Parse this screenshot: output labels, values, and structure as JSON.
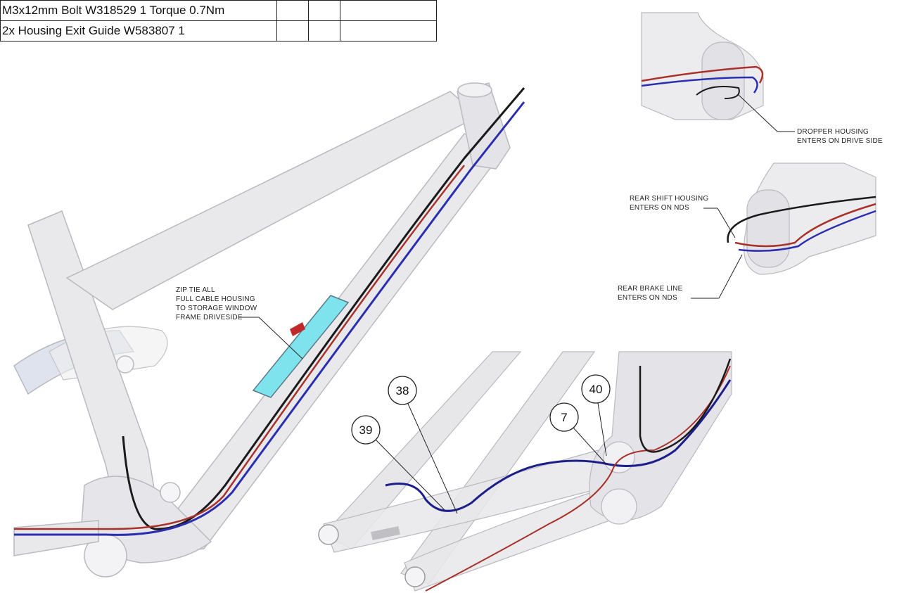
{
  "parts_table": {
    "rows": [
      {
        "description": "M3x12mm Bolt W318529 1 Torque 0.7Nm"
      },
      {
        "description": "2x Housing Exit Guide W583807 1"
      }
    ]
  },
  "callouts": {
    "zip_tie": [
      "ZIP TIE ALL",
      "FULL CABLE HOUSING",
      "TO STORAGE WINDOW",
      "FRAME DRIVESIDE"
    ],
    "dropper": [
      "DROPPER HOUSING",
      "ENTERS ON DRIVE SIDE"
    ],
    "rear_shift": [
      "REAR SHIFT HOUSING",
      "ENTERS ON NDS"
    ],
    "rear_brake": [
      "REAR BRAKE LINE",
      "ENTERS ON NDS"
    ]
  },
  "balloons": {
    "b38": "38",
    "b39": "39",
    "b40": "40",
    "b7": "7"
  },
  "colors": {
    "frame_fill": "#e9e9ec",
    "frame_edge": "#b9b9c0",
    "housing_black": "#1a1a1a",
    "housing_blue": "#2a2fb0",
    "housing_red": "#a8322a",
    "storage_window": "#7fe3ee",
    "zip_tie": "#c0282a"
  }
}
